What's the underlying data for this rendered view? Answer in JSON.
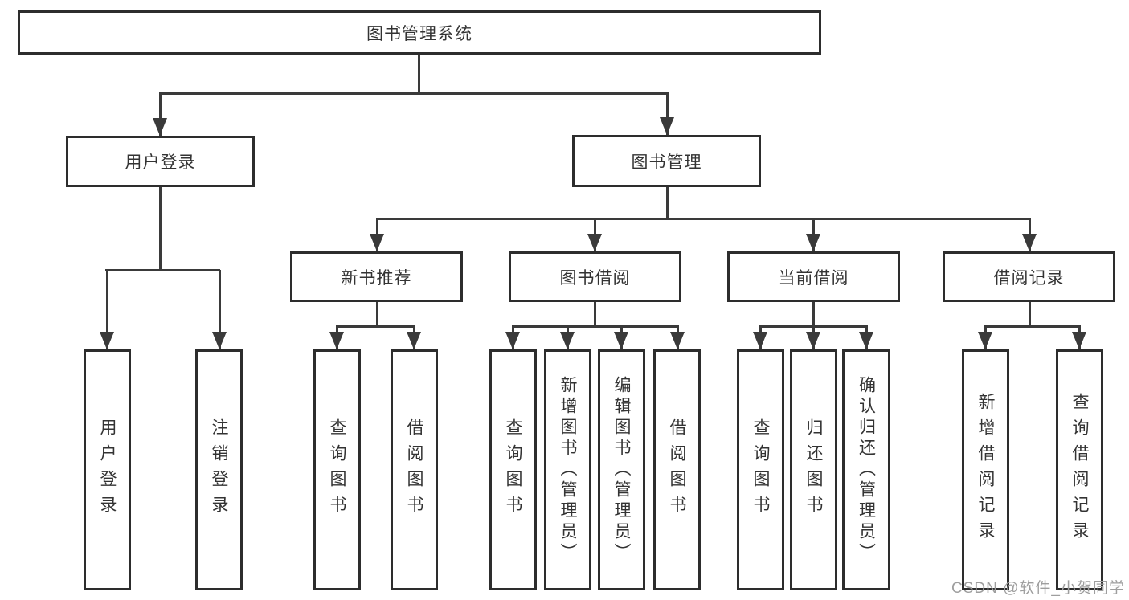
{
  "colors": {
    "line": "#3a3a3a",
    "box_border": "#2d2d2d",
    "text": "#333333",
    "watermark": "#9e9e9e",
    "background": "#ffffff"
  },
  "watermark": "CSDN @软件_小贺同学",
  "diagram": {
    "root": {
      "label": "图书管理系统"
    },
    "branches": [
      {
        "label": "用户登录",
        "children": [
          {
            "label": "用户登录"
          },
          {
            "label": "注销登录"
          }
        ]
      },
      {
        "label": "图书管理",
        "sections": [
          {
            "label": "新书推荐",
            "children": [
              {
                "label": "查询图书"
              },
              {
                "label": "借阅图书"
              }
            ]
          },
          {
            "label": "图书借阅",
            "children": [
              {
                "label": "查询图书"
              },
              {
                "label": "新增图书（管理员）"
              },
              {
                "label": "编辑图书（管理员）"
              },
              {
                "label": "借阅图书"
              }
            ]
          },
          {
            "label": "当前借阅",
            "children": [
              {
                "label": "查询图书"
              },
              {
                "label": "归还图书"
              },
              {
                "label": "确认归还（管理员）"
              }
            ]
          },
          {
            "label": "借阅记录",
            "children": [
              {
                "label": "新增借阅记录"
              },
              {
                "label": "查询借阅记录"
              }
            ]
          }
        ]
      }
    ]
  }
}
